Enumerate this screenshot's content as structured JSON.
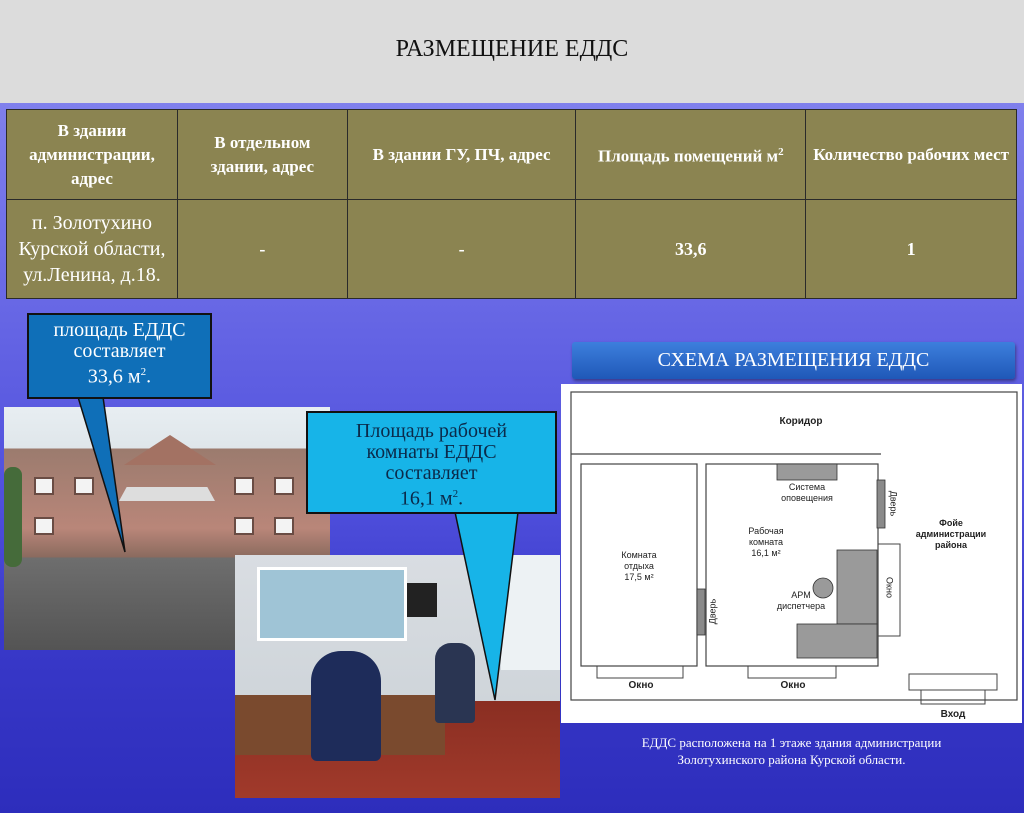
{
  "title": "РАЗМЕЩЕНИЕ ЕДДС",
  "table": {
    "headers": [
      "В здании администрации, адрес",
      "В отдельном здании, адрес",
      "В здании ГУ, ПЧ, адрес",
      "Площадь помещений м",
      "Количество рабочих мест"
    ],
    "area_unit_sup": "2",
    "row": {
      "address_line1": "п. Золотухино",
      "address_line2": "Курской области,",
      "address_line3": "ул.Ленина, д.18.",
      "separate_building": "-",
      "gu_pch_building": "-",
      "area": "33,6",
      "workplaces": "1"
    }
  },
  "callout_total": {
    "line1": "площадь ЕДДС",
    "line2": "составляет",
    "value": "33,6 м",
    "sup": "2",
    "suffix": "."
  },
  "callout_room": {
    "line1": "Площадь рабочей",
    "line2": "комнаты ЕДДС",
    "line3": "составляет",
    "value": "16,1 м",
    "sup": "2",
    "suffix": "."
  },
  "scheme": {
    "title": "СХЕМА РАЗМЕЩЕНИЯ  ЕДДС",
    "labels": {
      "corridor": "Коридор",
      "foyer1": "Фойе",
      "foyer2": "администрации",
      "foyer3": "района",
      "alert1": "Система",
      "alert2": "оповещения",
      "work1": "Рабочая",
      "work2": "комната",
      "work3": "16,1 м²",
      "rest1": "Комната",
      "rest2": "отдыха",
      "rest3": "17,5 м²",
      "arm1": "АРМ",
      "arm2": "диспетчера",
      "door": "Дверь",
      "window_v": "Окно",
      "window1": "Окно",
      "window2": "Окно",
      "entrance": "Вход"
    }
  },
  "caption_line1": "ЕДДС расположена на 1 этаже здания администрации",
  "caption_line2": "Золотухинского района Курской области.",
  "colors": {
    "table_bg": "#8b8451",
    "callout_dark": "#0f6fb8",
    "callout_light": "#17b4e8",
    "scheme_header": "#2d6acb"
  }
}
